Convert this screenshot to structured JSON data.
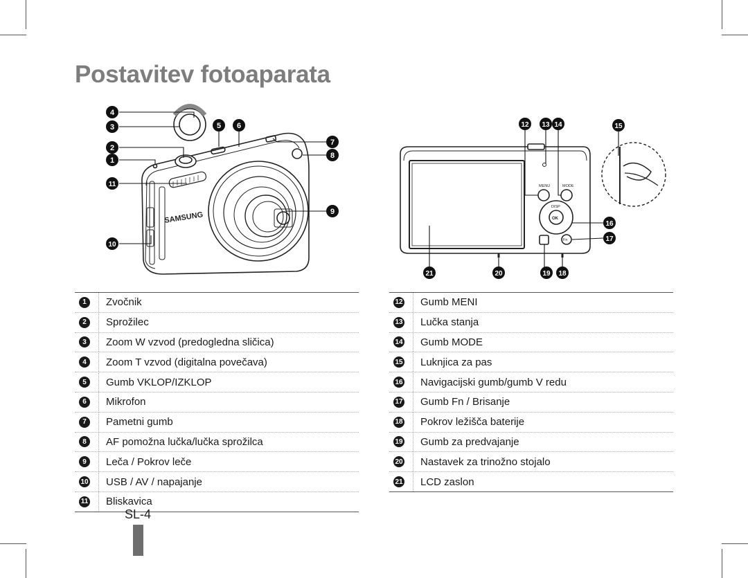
{
  "page": {
    "title": "Postavitev fotoaparata",
    "page_number": "SL-4"
  },
  "camera_front": {
    "brand": "SAMSUNG"
  },
  "camera_back": {
    "menu_label": "MENU",
    "mode_label": "MODE",
    "disp_label": "DISP",
    "ok_label": "OK",
    "fn_label": "Fn"
  },
  "callouts": [
    "1",
    "2",
    "3",
    "4",
    "5",
    "6",
    "7",
    "8",
    "9",
    "10",
    "11",
    "12",
    "13",
    "14",
    "15",
    "16",
    "17",
    "18",
    "19",
    "20",
    "21"
  ],
  "legend_left": [
    {
      "num": "1",
      "label": "Zvočnik"
    },
    {
      "num": "2",
      "label": "Sprožilec"
    },
    {
      "num": "3",
      "label": "Zoom W vzvod (predogledna sličica)"
    },
    {
      "num": "4",
      "label": "Zoom T vzvod (digitalna povečava)"
    },
    {
      "num": "5",
      "label": "Gumb VKLOP/IZKLOP"
    },
    {
      "num": "6",
      "label": "Mikrofon"
    },
    {
      "num": "7",
      "label": "Pametni gumb"
    },
    {
      "num": "8",
      "label": "AF pomožna lučka/lučka sprožilca"
    },
    {
      "num": "9",
      "label": "Leča / Pokrov leče"
    },
    {
      "num": "10",
      "label": "USB / AV / napajanje"
    },
    {
      "num": "11",
      "label": "Bliskavica"
    }
  ],
  "legend_right": [
    {
      "num": "12",
      "label": "Gumb MENI"
    },
    {
      "num": "13",
      "label": "Lučka stanja"
    },
    {
      "num": "14",
      "label": "Gumb MODE"
    },
    {
      "num": "15",
      "label": "Luknjica za pas"
    },
    {
      "num": "16",
      "label": "Navigacijski gumb/gumb V redu"
    },
    {
      "num": "17",
      "label": "Gumb Fn / Brisanje"
    },
    {
      "num": "18",
      "label": "Pokrov ležišča baterije"
    },
    {
      "num": "19",
      "label": "Gumb za predvajanje"
    },
    {
      "num": "20",
      "label": "Nastavek za trinožno stojalo"
    },
    {
      "num": "21",
      "label": "LCD zaslon"
    }
  ]
}
